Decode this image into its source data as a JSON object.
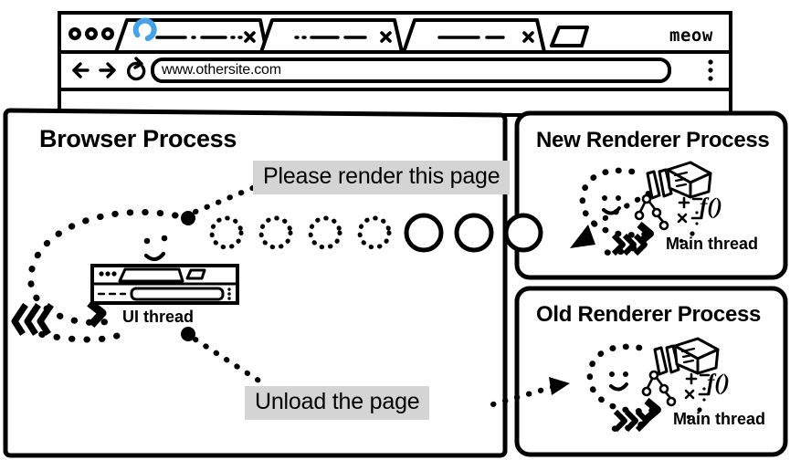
{
  "browser_window": {
    "name": "browser-window",
    "profile_label": "meow",
    "tabs": [
      {
        "id": "tab-active",
        "state": "loading",
        "favicon": "spinner-icon",
        "title_glyph": "—— · —— ··",
        "close_label": "×",
        "active": true
      },
      {
        "id": "tab-second",
        "state": "idle",
        "favicon": "none",
        "title_glyph": "·· —— ——",
        "close_label": "×",
        "active": false
      },
      {
        "id": "tab-third",
        "state": "idle",
        "favicon": "none",
        "title_glyph": "——— —",
        "close_label": "×",
        "active": false
      }
    ],
    "new_tab_button": "new-tab-button",
    "toolbar": {
      "back_icon": "arrow-left-icon",
      "forward_icon": "arrow-right-icon",
      "reload_icon": "reload-icon",
      "address_value": "www.othersite.com",
      "menu_icon": "kebab-menu-icon"
    },
    "spinner_color": "#48a2e8"
  },
  "diagram": {
    "callouts": [
      {
        "id": "callout-render",
        "text": "Please render this page"
      },
      {
        "id": "callout-unload",
        "text": "Unload the page"
      }
    ],
    "callout_bg": "#d4d4d4",
    "panels": [
      {
        "id": "browser-process",
        "title": "Browser Process",
        "thread_label": "UI thread",
        "thread_icon": "mini-browser-icon",
        "face": "smiley-face-icon",
        "motion_icon": "chevrons-left-icon"
      },
      {
        "id": "new-renderer-process",
        "title": "New Renderer Process",
        "thread_label": "Main thread",
        "face": "smiley-face-icon",
        "work_icons": [
          "pencils-icon",
          "open-book-icon",
          "dom-tree-icon",
          "math-symbols-icon",
          "function-icon"
        ],
        "motion_icon": "chevrons-right-icon"
      },
      {
        "id": "old-renderer-process",
        "title": "Old Renderer Process",
        "thread_label": "Main thread",
        "face": "smiley-face-icon",
        "work_icons": [
          "pencils-icon",
          "open-book-icon",
          "dom-tree-icon",
          "math-symbols-icon",
          "function-icon"
        ],
        "motion_icon": "chevrons-right-icon"
      }
    ],
    "task_queue": {
      "id": "task-queue",
      "pending_count": 4,
      "active_count": 3,
      "pending_style": "dotted-circle",
      "active_style": "solid-circle"
    },
    "math_symbols": "+−×÷",
    "function_symbol": "f()"
  }
}
